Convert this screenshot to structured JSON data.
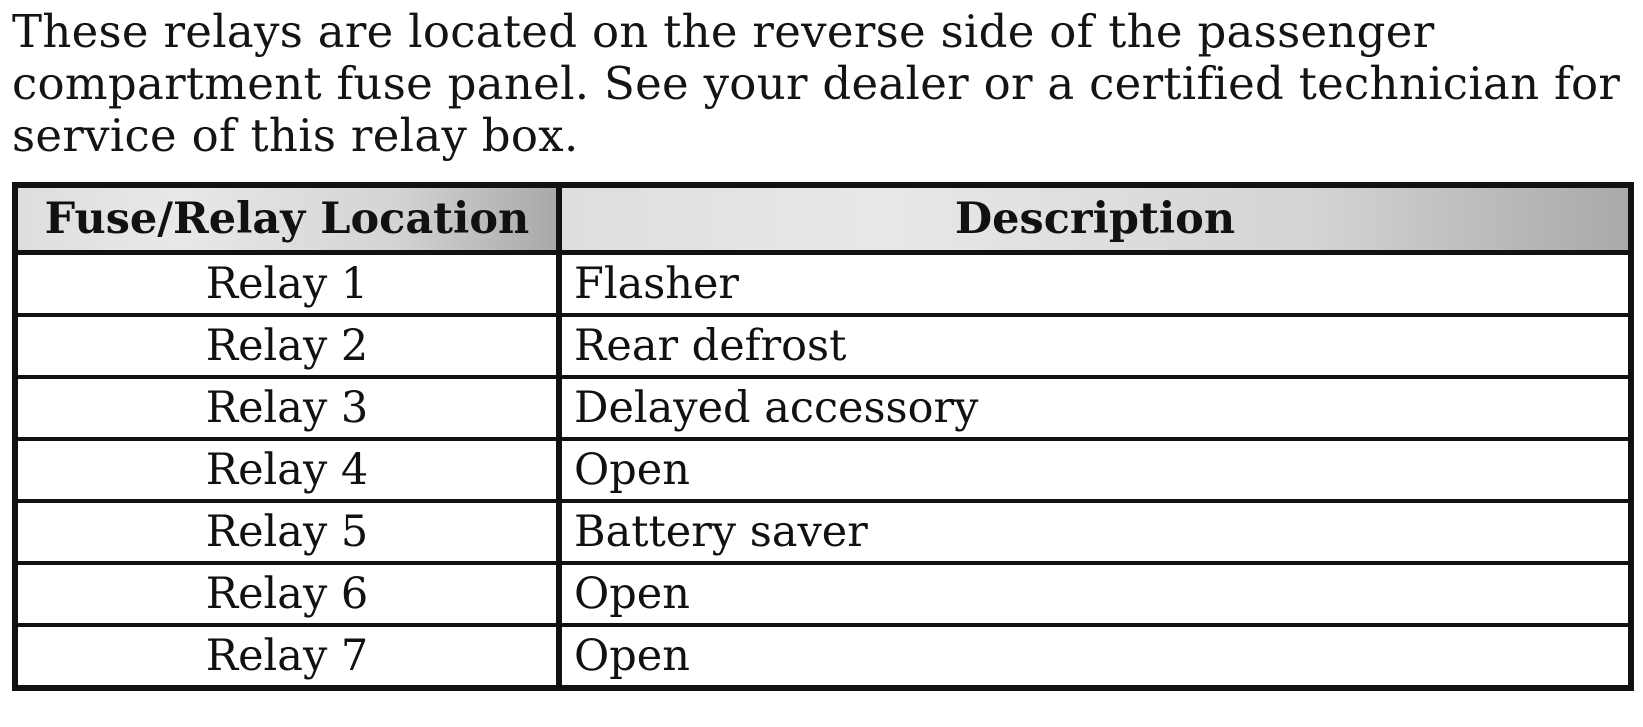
{
  "intro": {
    "text": "These relays are located on the reverse side of the passenger compartment fuse panel. See your dealer or a certified technician for service of this relay box."
  },
  "table": {
    "headers": {
      "location": "Fuse/Relay Location",
      "description": "Description"
    },
    "rows": [
      {
        "location": "Relay 1",
        "description": "Flasher"
      },
      {
        "location": "Relay 2",
        "description": "Rear defrost"
      },
      {
        "location": "Relay 3",
        "description": "Delayed accessory"
      },
      {
        "location": "Relay 4",
        "description": "Open"
      },
      {
        "location": "Relay 5",
        "description": "Battery saver"
      },
      {
        "location": "Relay 6",
        "description": "Open"
      },
      {
        "location": "Relay 7",
        "description": "Open"
      }
    ]
  }
}
